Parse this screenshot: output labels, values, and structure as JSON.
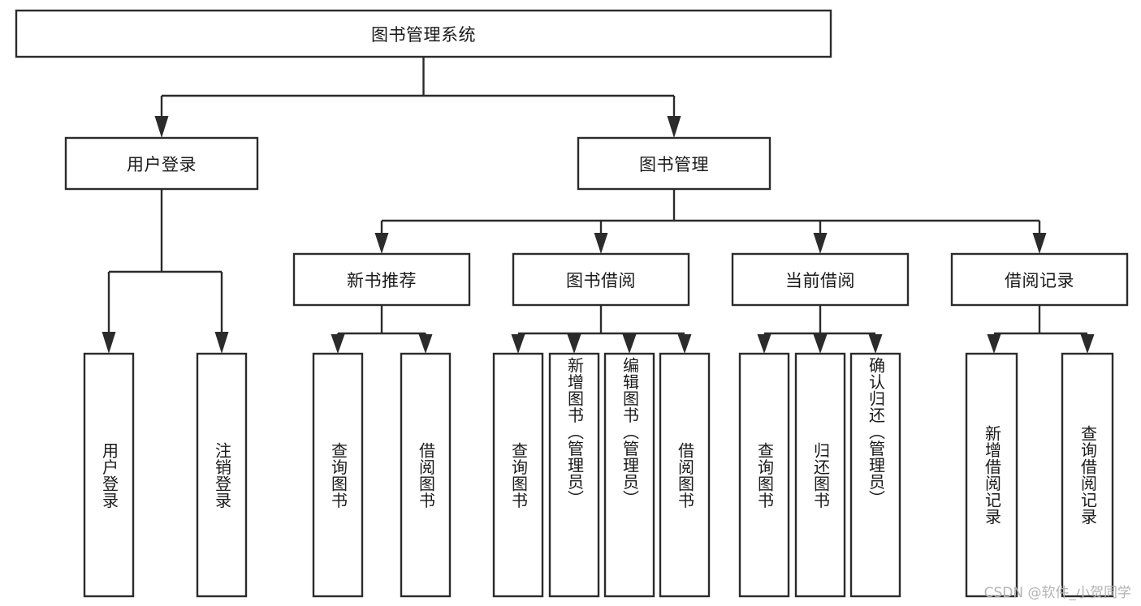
{
  "diagram": {
    "type": "tree-hierarchy",
    "orientation": "top-down",
    "root": {
      "id": "root",
      "label": "图书管理系统",
      "orientation": "horizontal"
    },
    "level2": [
      {
        "id": "user-login",
        "label": "用户登录",
        "orientation": "horizontal"
      },
      {
        "id": "book-manage",
        "label": "图书管理",
        "orientation": "horizontal"
      }
    ],
    "level3": [
      {
        "id": "new-book-recommend",
        "label": "新书推荐",
        "orientation": "horizontal",
        "parent": "book-manage"
      },
      {
        "id": "book-borrow",
        "label": "图书借阅",
        "orientation": "horizontal",
        "parent": "book-manage"
      },
      {
        "id": "current-borrow",
        "label": "当前借阅",
        "orientation": "horizontal",
        "parent": "book-manage"
      },
      {
        "id": "borrow-record",
        "label": "借阅记录",
        "orientation": "horizontal",
        "parent": "book-manage"
      }
    ],
    "leaves": [
      {
        "id": "leaf-user-login",
        "label": "用户登录",
        "orientation": "vertical",
        "parent": "user-login"
      },
      {
        "id": "leaf-logout",
        "label": "注销登录",
        "orientation": "vertical",
        "parent": "user-login"
      },
      {
        "id": "leaf-query-book-1",
        "label": "查询图书",
        "orientation": "vertical",
        "parent": "new-book-recommend"
      },
      {
        "id": "leaf-borrow-book-1",
        "label": "借阅图书",
        "orientation": "vertical",
        "parent": "new-book-recommend"
      },
      {
        "id": "leaf-query-book-2",
        "label": "查询图书",
        "orientation": "vertical",
        "parent": "book-borrow"
      },
      {
        "id": "leaf-add-book",
        "label": "新增图书（管理员）",
        "orientation": "vertical",
        "parent": "book-borrow"
      },
      {
        "id": "leaf-edit-book",
        "label": "编辑图书（管理员）",
        "orientation": "vertical",
        "parent": "book-borrow"
      },
      {
        "id": "leaf-borrow-book-2",
        "label": "借阅图书",
        "orientation": "vertical",
        "parent": "book-borrow"
      },
      {
        "id": "leaf-query-book-3",
        "label": "查询图书",
        "orientation": "vertical",
        "parent": "current-borrow"
      },
      {
        "id": "leaf-return-book",
        "label": "归还图书",
        "orientation": "vertical",
        "parent": "current-borrow"
      },
      {
        "id": "leaf-confirm-return",
        "label": "确认归还（管理员）",
        "orientation": "vertical",
        "parent": "current-borrow"
      },
      {
        "id": "leaf-add-record",
        "label": "新增借阅记录",
        "orientation": "vertical",
        "parent": "borrow-record"
      },
      {
        "id": "leaf-query-record",
        "label": "查询借阅记录",
        "orientation": "vertical",
        "parent": "borrow-record"
      }
    ]
  },
  "watermark": {
    "text": "CSDN @软件_小贺同学"
  },
  "colors": {
    "stroke": "#2b2b2b",
    "fill": "#ffffff",
    "text": "#1a1a1a",
    "watermark": "#b3b3b3",
    "background": "#ffffff"
  }
}
